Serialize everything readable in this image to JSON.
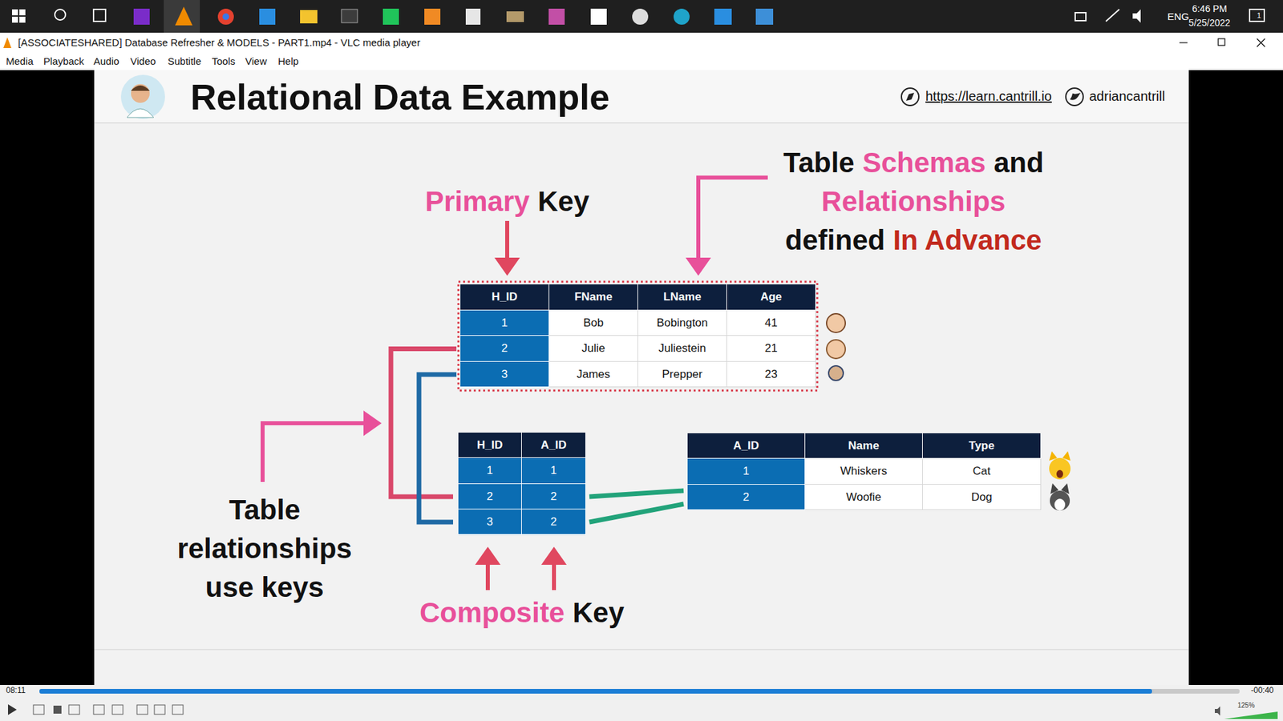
{
  "diagram": {
    "title": "Relational Data Example",
    "nodes": [
      {
        "text": [
          "H_ID",
          "FName",
          "LName",
          "Age"
        ]
      },
      {
        "text": [
          "1",
          "Bob",
          "Bobington",
          "41"
        ]
      },
      {
        "text": [
          "2",
          "Julie",
          "Juliestein",
          "21"
        ]
      },
      {
        "text": [
          "3",
          "James",
          "Prepper",
          "23"
        ]
      },
      {
        "text": [
          "H_ID",
          "A_ID"
        ]
      },
      {
        "text": [
          "1",
          "1"
        ]
      },
      {
        "text": [
          "2",
          "2"
        ]
      },
      {
        "text": [
          "3",
          "2"
        ]
      },
      {
        "text": [
          "A_ID",
          "Name",
          "Type"
        ]
      },
      {
        "text": [
          "1",
          "Whiskers",
          "Cat"
        ]
      },
      {
        "text": [
          "2",
          "Woofie",
          "Dog"
        ]
      }
    ],
    "edges": [
      {
        "from": 2,
        "to": 6,
        "arrow": "none"
      },
      {
        "from": 3,
        "to": 7,
        "arrow": "none"
      },
      {
        "from": 6,
        "to": 10,
        "arrow": "none"
      },
      {
        "from": 7,
        "to": 10,
        "arrow": "none"
      }
    ],
    "labels": [
      "ENG",
      "6:46 PM",
      "5/25/2022",
      "1",
      "[ASSOCIATESHARED] Database Refresher & MODELS - PART1.mp4 - VLC media player",
      "Media",
      "Playback",
      "Audio",
      "Video",
      "Subtitle",
      "Tools",
      "View",
      "Help",
      "https://learn.cantrill.io",
      "adriancantrill",
      "Table",
      "Schemas",
      "and",
      "Primary",
      "Key",
      "Relationships",
      "defined",
      "In Advance",
      "Table relationships use keys",
      "Composite",
      "Key",
      "08:11",
      "-00:40",
      "125%"
    ]
  }
}
